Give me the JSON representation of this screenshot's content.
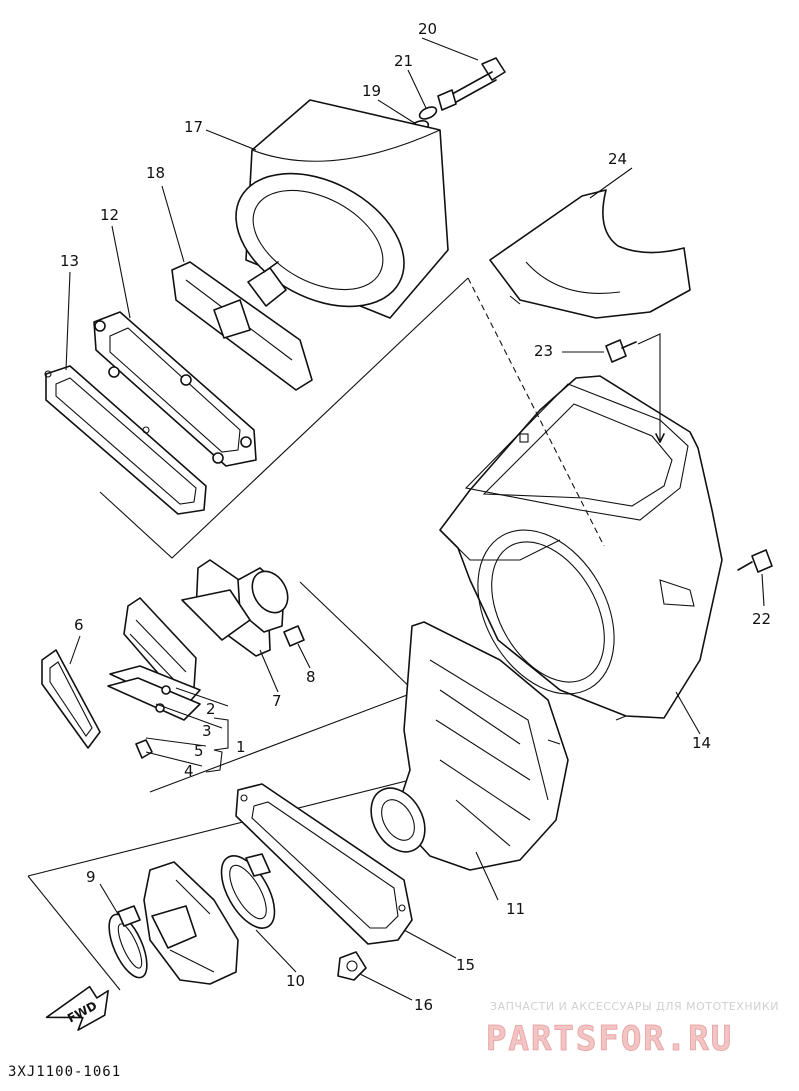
{
  "diagram": {
    "part_numbers": [
      "1",
      "2",
      "3",
      "4",
      "5",
      "6",
      "7",
      "8",
      "9",
      "10",
      "11",
      "12",
      "13",
      "14",
      "15",
      "16",
      "17",
      "18",
      "19",
      "20",
      "21",
      "22",
      "23",
      "24"
    ],
    "diagram_code": "3XJ1100-1061",
    "direction_label": "FWD"
  },
  "watermark": {
    "tagline": "ЗАПЧАСТИ И АКСЕССУАРЫ ДЛЯ МОТОТЕХНИКИ",
    "brand": "PARTSFOR.RU"
  },
  "colors": {
    "line": "#111111",
    "background": "#ffffff",
    "watermark_brand": "#f2c4c4",
    "watermark_text": "#d0d0d0"
  }
}
